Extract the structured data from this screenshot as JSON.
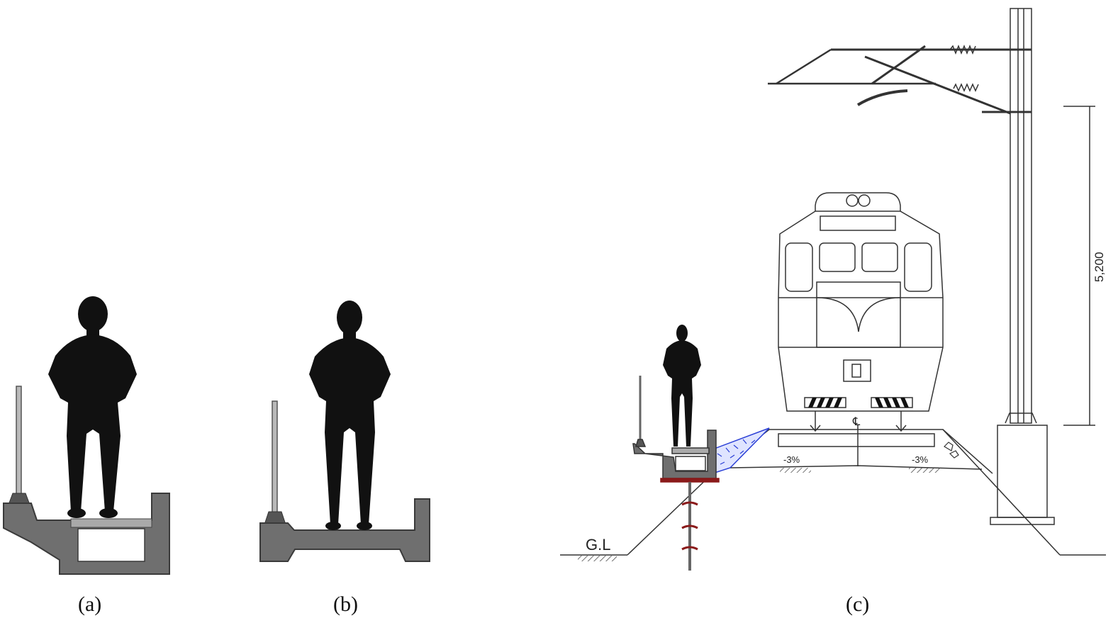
{
  "captions": {
    "a": "(a)",
    "b": "(b)",
    "c": "(c)"
  },
  "labels": {
    "ground_level": "G.L",
    "slope_left": "-3%",
    "slope_right": "-3%",
    "height_dim": "5,200",
    "centerline": "℄"
  },
  "colors": {
    "silhouette": "#111111",
    "concrete": "#6f6f6f",
    "concrete_edge": "#3a3a3a",
    "line": "#333333",
    "gravel": "#2a3fd6",
    "anchor_plate": "#8a1a1a"
  }
}
